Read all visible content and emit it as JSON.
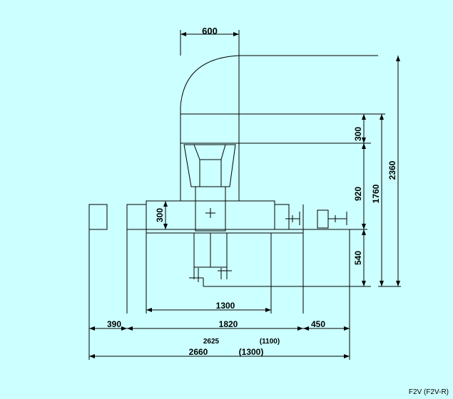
{
  "drawing": {
    "dims": {
      "top_width": "600",
      "v_300_upper": "300",
      "v_920": "920",
      "v_1760": "1760",
      "v_2360": "2360",
      "v_300_body": "300",
      "v_540": "540",
      "h_1300": "1300",
      "h_390": "390",
      "h_1820": "1820",
      "h_450": "450",
      "h_2625": "2625",
      "h_1100": "(1100)",
      "h_2660": "2660",
      "h_1300p": "(1300)"
    },
    "model_label": "F2V (F2V-R)",
    "colors": {
      "background": "#ccffff",
      "line": "#000000"
    }
  }
}
